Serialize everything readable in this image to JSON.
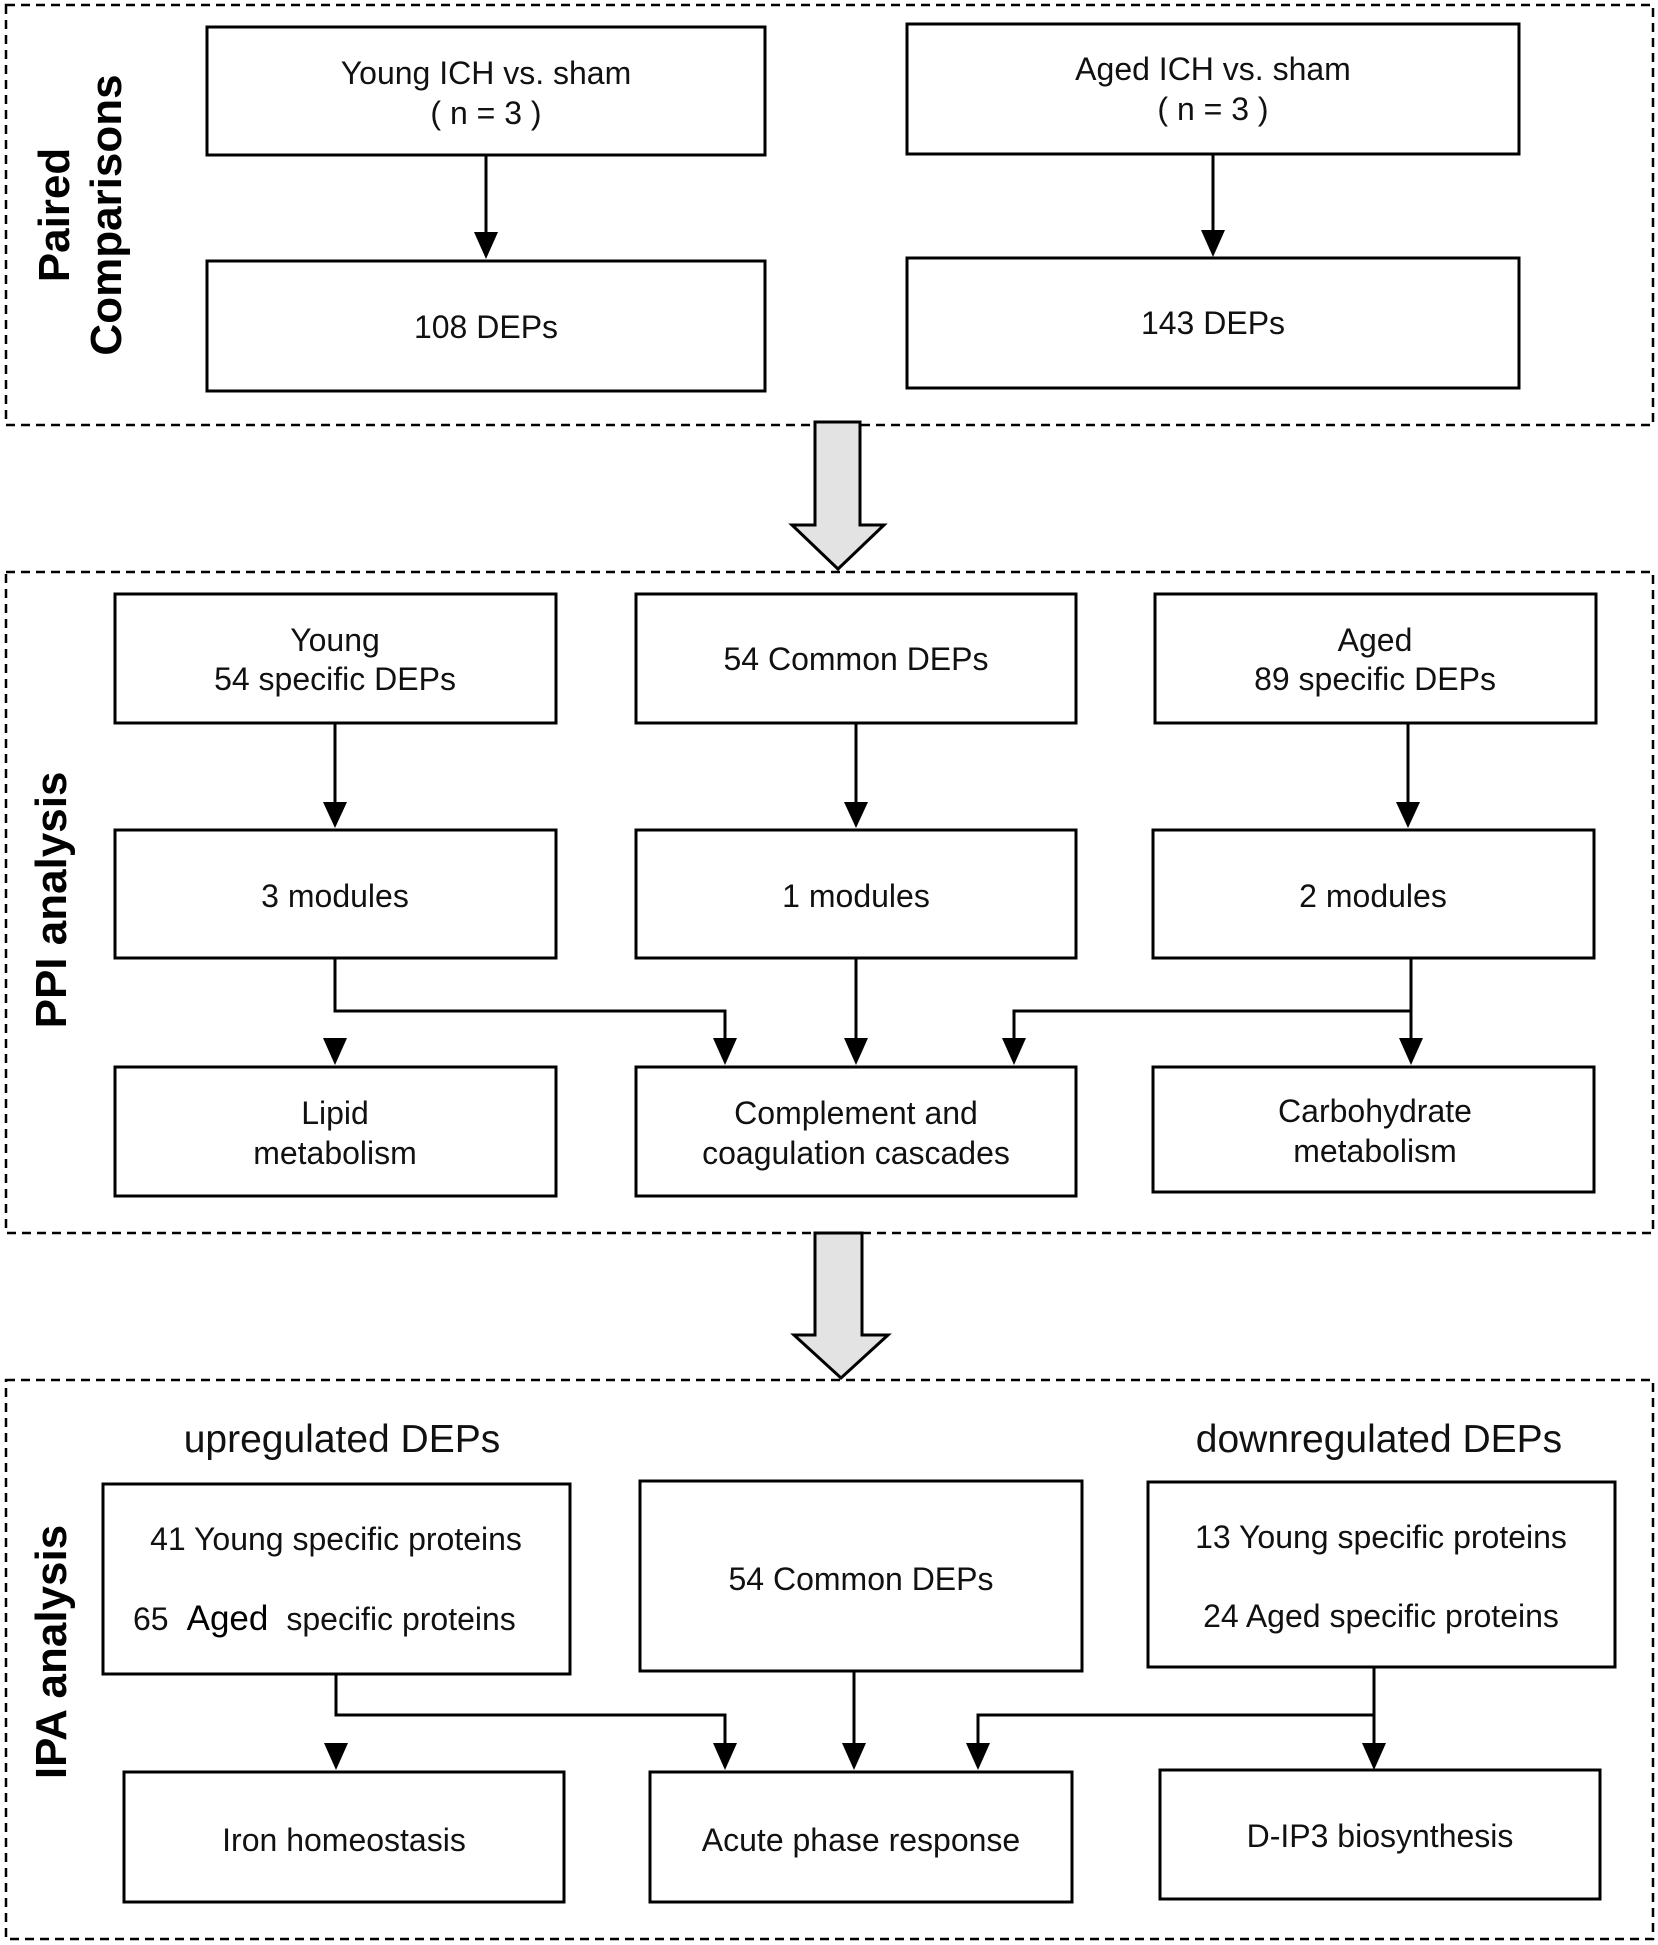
{
  "sections": {
    "paired": {
      "label_line1": "Paired",
      "label_line2": "Comparisons"
    },
    "ppi": {
      "label": "PPI analysis"
    },
    "ipa": {
      "label": "IPA  analysis"
    }
  },
  "paired": {
    "young": {
      "title": "Young ICH vs. sham",
      "n": "( n = 3 )",
      "result": "108 DEPs"
    },
    "aged": {
      "title": "Aged ICH vs. sham",
      "n": "( n = 3 )",
      "result": "143 DEPs"
    }
  },
  "ppi": {
    "young": {
      "line1": "Young",
      "line2": "54 specific DEPs",
      "modules": "3 modules"
    },
    "common": {
      "line1": "54 Common DEPs",
      "modules": "1 modules"
    },
    "aged": {
      "line1": "Aged",
      "line2": "89 specific DEPs",
      "modules": "2 modules"
    },
    "outcomes": {
      "lipid": {
        "line1": "Lipid",
        "line2": "metabolism"
      },
      "complement": {
        "line1": "Complement and",
        "line2": "coagulation cascades"
      },
      "carbohydrate": {
        "line1": "Carbohydrate",
        "line2": "metabolism"
      }
    }
  },
  "ipa": {
    "up_heading": "upregulated DEPs",
    "down_heading": "downregulated DEPs",
    "up": {
      "line1": "41 Young specific proteins",
      "line2_num": "65",
      "line2_aged": "Aged",
      "line2_rest": "specific proteins"
    },
    "common": {
      "line1": "54 Common DEPs"
    },
    "down": {
      "line1": "13 Young specific proteins",
      "line2": "24 Aged  specific proteins"
    },
    "outcomes": {
      "iron": "Iron homeostasis",
      "acute": "Acute phase response",
      "dip3": "D-IP3 biosynthesis"
    }
  }
}
